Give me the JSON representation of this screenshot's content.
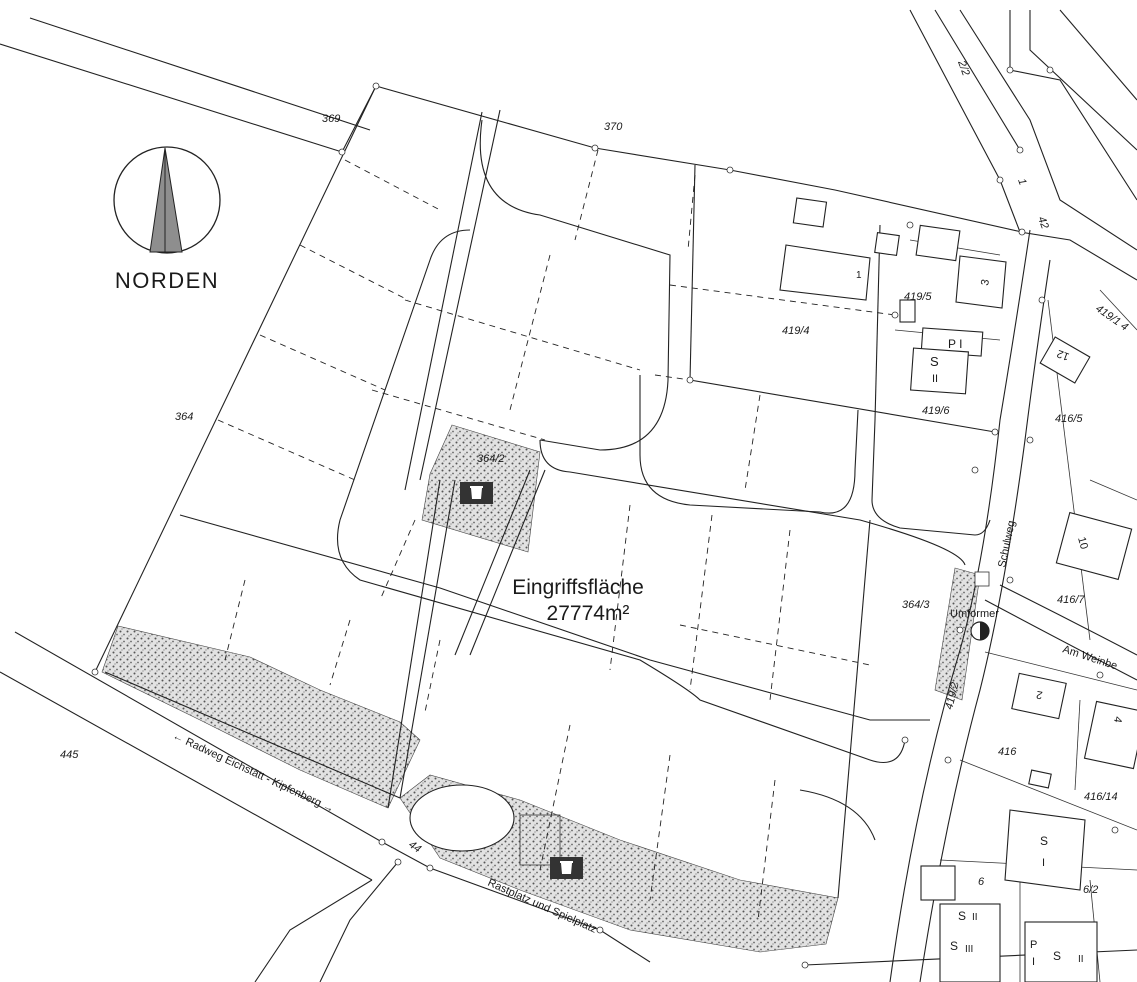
{
  "compass": {
    "label": "NORDEN",
    "arrow_color": "#8e8e8e"
  },
  "area": {
    "title": "Eingriffsfläche",
    "size": "27774m²"
  },
  "parcels": {
    "p369": "369",
    "p370": "370",
    "p364": "364",
    "p445": "445",
    "p419_4": "419/4",
    "p419_5": "419/5",
    "p419_6": "419/6",
    "p419_1": "419/1 4",
    "p416_5": "416/5",
    "p416_7": "416/7",
    "p416": "416",
    "p416_14": "416/14",
    "p364_2": "364/2",
    "p364_3": "364/3",
    "p419_2": "419/2",
    "p6": "6",
    "p6_2": "6/2",
    "p2_2": "2/2",
    "p1": "1",
    "p42": "42",
    "p44": "44"
  },
  "streets": {
    "schulweg": "Schulweg",
    "am_weinberg": "Am Weinbe",
    "radweg": "← Radweg Eichstätt - Kipfenberg →",
    "rastplatz": "Rastplatz und Spielplatz"
  },
  "labels": {
    "umformer": "Umformer"
  },
  "houses": {
    "h1": "1",
    "h3": "3",
    "h12": "12",
    "h10": "10",
    "h2": "2",
    "h4": "4",
    "p1": "P I",
    "s2": "S",
    "ii": "II",
    "s_lower": "S",
    "i_lower": "I",
    "s_six": "S",
    "ii_six": "II",
    "s_iii": "S",
    "iii": "III",
    "p_bl": "P",
    "i_bl": "I",
    "s_bl": "S",
    "ii_bl": "II"
  },
  "icons": {
    "trash": "trash-can-icon",
    "transformer": "transformer-icon"
  }
}
